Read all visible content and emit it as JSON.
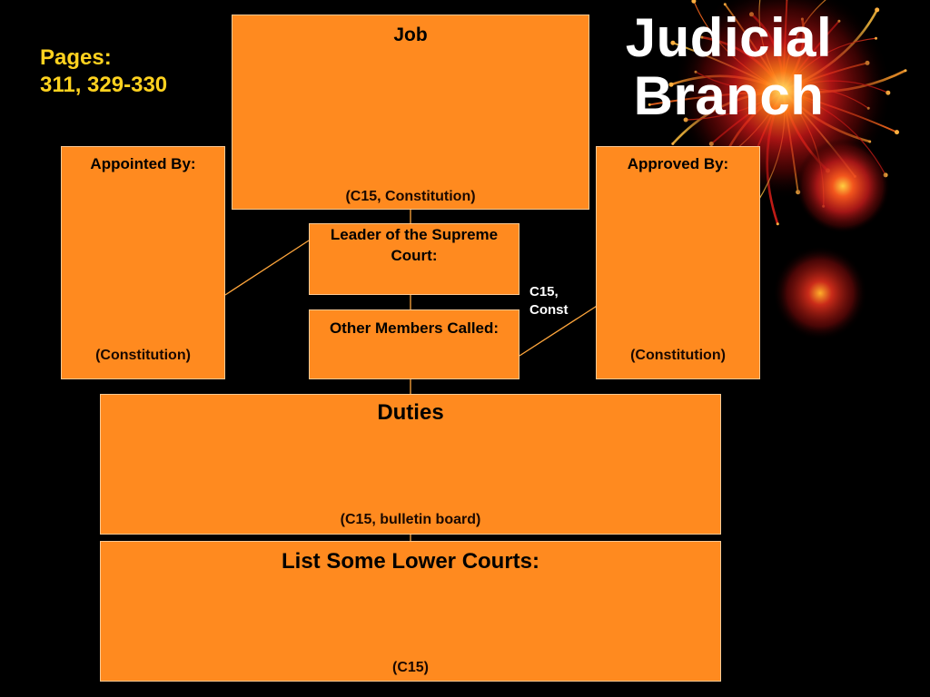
{
  "slide": {
    "title_lines": [
      "Judicial",
      "Branch"
    ],
    "pages_label": "Pages:",
    "pages_value": "311, 329-330"
  },
  "boxes": {
    "job": {
      "heading": "Job",
      "source": "(C15, Constitution)"
    },
    "appointed_by": {
      "heading": "Appointed By:",
      "source": "(Constitution)"
    },
    "approved_by": {
      "heading": "Approved By:",
      "source": "(Constitution)"
    },
    "leader": {
      "heading": "Leader of the Supreme Court:"
    },
    "other_members": {
      "heading": "Other Members Called:"
    },
    "duties": {
      "heading": "Duties",
      "source": "(C15, bulletin board)"
    },
    "lower_courts": {
      "heading": "List Some Lower Courts:",
      "source": "(C15)"
    }
  },
  "note": {
    "lines": [
      "C15,",
      "Const"
    ]
  },
  "colors": {
    "background": "#000000",
    "box_fill": "#ff8a1f",
    "title_text": "#ffffff",
    "pages_text": "#ffd21f",
    "connector": "#ffa63c"
  },
  "decorations": [
    "fireworks-burst",
    "fireworks-glow"
  ]
}
